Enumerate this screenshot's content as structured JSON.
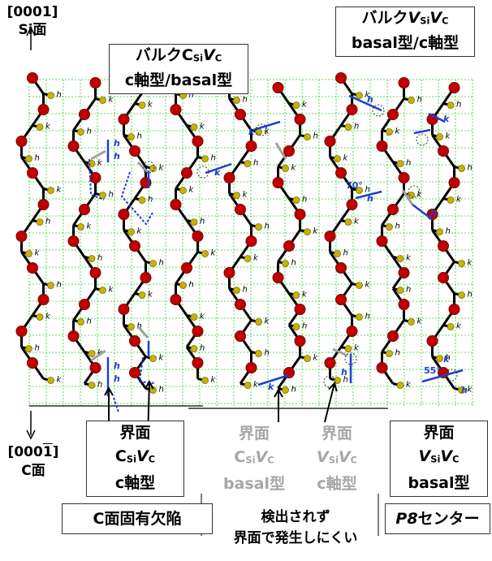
{
  "axis": {
    "top_dir": "[0001]",
    "top_face": "Si面",
    "bottom_dir": "[000",
    "bottom_dir_bar": "1",
    "bottom_dir_end": "]",
    "bottom_face": "C面"
  },
  "callouts": {
    "bulk_csi_vc": {
      "prefix": "バルクC",
      "sub1": "Si",
      "v": "V",
      "sub2": "C",
      "line2": "c軸型/basal型"
    },
    "bulk_vsi_vc": {
      "prefix": "バルク",
      "v1": "V",
      "sub1": "Si",
      "v2": "V",
      "sub2": "C",
      "line2": "basal型/c軸型"
    }
  },
  "bottom_labels": {
    "interface_1": {
      "title": "界面",
      "c": "C",
      "sub1": "Si",
      "v": "V",
      "sub2": "C",
      "type": "c軸型"
    },
    "interface_2": {
      "title": "界面",
      "c": "C",
      "sub1": "Si",
      "v": "V",
      "sub2": "C",
      "type": "basal型"
    },
    "interface_3": {
      "title": "界面",
      "v1": "V",
      "sub1": "Si",
      "v2": "V",
      "sub2": "C",
      "type": "c軸型"
    },
    "interface_4": {
      "title": "界面",
      "v1": "V",
      "sub1": "Si",
      "v2": "V",
      "sub2": "C",
      "type": "basal型"
    }
  },
  "footer": {
    "c_face_defect": "C面固有欠陥",
    "not_detected": "検出されず",
    "hard_at_interface": "界面で発生しにくい",
    "p8_prefix": "P8",
    "p8_suffix": "センター"
  },
  "angles": {
    "a1": "70°",
    "a2": "55°"
  },
  "site_labels": {
    "h": "h",
    "k": "k"
  },
  "colors": {
    "c_atom": "#c00000",
    "si_atom": "#c8b400",
    "bond": "#000000",
    "vacancy_bond": "#1f3fcc",
    "removed_bond": "#a0a0a0",
    "grid": "#33cc33",
    "gray_text": "#a6a6a6"
  }
}
